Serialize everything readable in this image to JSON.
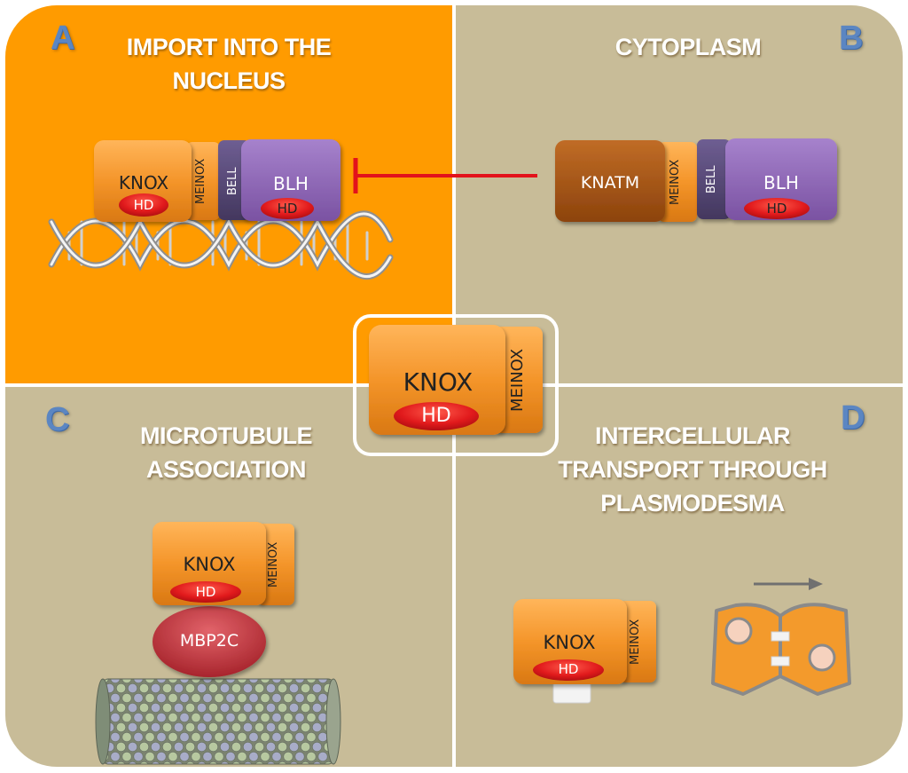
{
  "panels": {
    "a": {
      "letter": "A",
      "title_line1": "IMPORT INTO THE",
      "title_line2": "NUCLEUS"
    },
    "b": {
      "letter": "B",
      "title": "CYTOPLASM"
    },
    "c": {
      "letter": "C",
      "title_line1": "MICROTUBULE",
      "title_line2": "ASSOCIATION"
    },
    "d": {
      "letter": "D",
      "title_line1": "INTERCELLULAR",
      "title_line2": "TRANSPORT THROUGH",
      "title_line3": "PLASMODESMA"
    }
  },
  "labels": {
    "knox": "KNOX",
    "meinox": "MEINOX",
    "hd": "HD",
    "bell": "BELL",
    "blh": "BLH",
    "knatm": "KNATM",
    "mbp2c": "MBP2C"
  },
  "colors": {
    "background_orange": "#ff9b00",
    "background_tan": "#c8bc98",
    "knox_orange": "#f39a2c",
    "knatm_brown": "#a85414",
    "blh_purple": "#8e66b4",
    "bell_dark_purple": "#574876",
    "hd_red": "#d8141c",
    "mbp2c_red": "#c3363b",
    "inhibition_red": "#e3121b",
    "arrow_gray": "#707070"
  }
}
